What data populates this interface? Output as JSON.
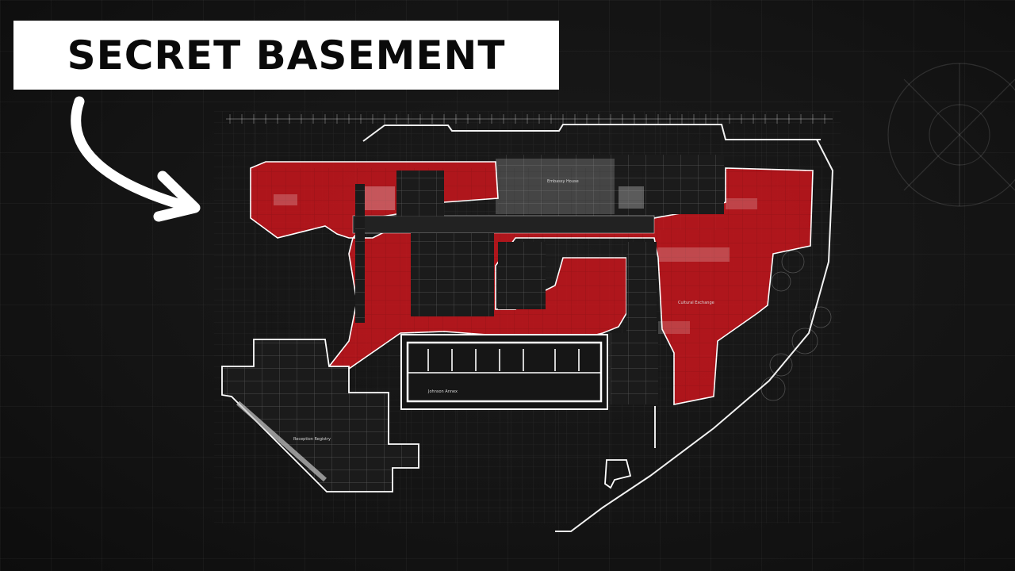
{
  "title": "SECRET BASEMENT",
  "colors": {
    "background": "#141414",
    "highlight": "#c4161c",
    "linework": "#ffffff",
    "title_box": "#ffffff",
    "title_text": "#0a0a0a"
  },
  "plan_labels": {
    "embassy_house": "Embassy House",
    "cultural_exchange": "Cultural Exchange",
    "johnson_wing": "Johnson Annex",
    "reception_registry": "Reception Registry"
  },
  "icons": {
    "arrow": "curved-arrow-icon",
    "compass": "compass-rose-icon"
  }
}
